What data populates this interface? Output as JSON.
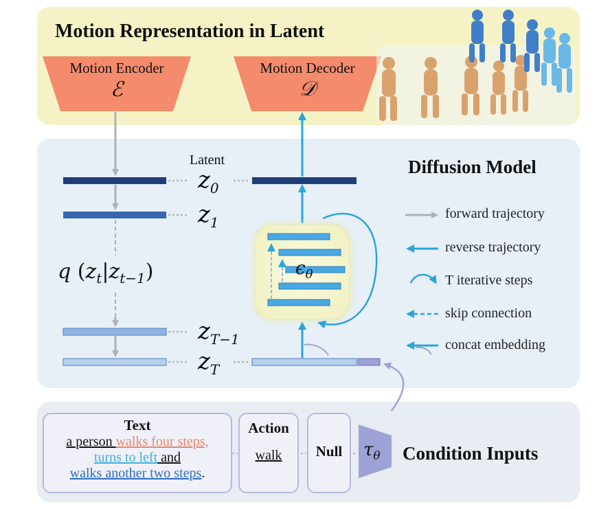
{
  "top_panel": {
    "title": "Motion Representation in Latent",
    "encoder": {
      "label": "Motion Encoder",
      "symbol": "ℰ"
    },
    "decoder": {
      "label": "Motion Decoder",
      "symbol": "𝒟"
    }
  },
  "diffusion": {
    "title": "Diffusion Model",
    "latent_label": "Latent",
    "z0": {
      "base": "z",
      "sub": "0"
    },
    "z1": {
      "base": "z",
      "sub": "1"
    },
    "zT1": {
      "base": "z",
      "sub": "T−1"
    },
    "zT": {
      "base": "z",
      "sub": "T"
    },
    "q_expr": {
      "q": "q",
      "zt": "z",
      "zt_sub": "t",
      "bar": "|",
      "ztm1": "z",
      "ztm1_sub": "t−1"
    },
    "epsilon": {
      "base": "ϵ",
      "sub": "θ"
    }
  },
  "legend": [
    {
      "label": "forward trajectory",
      "icon": "gray-arrow-icon"
    },
    {
      "label": "reverse trajectory",
      "icon": "cyan-arrow-icon"
    },
    {
      "label": "T iterative steps",
      "icon": "loop-arrow-icon"
    },
    {
      "label": "skip connection",
      "icon": "dashed-arrow-icon"
    },
    {
      "label": "concat embedding",
      "icon": "curved-arrow-icon"
    }
  ],
  "conditions": {
    "title": "Condition Inputs",
    "text_box": {
      "heading": "Text",
      "line1_a": "a person ",
      "line1_b": "walks four steps,",
      "line2_a": "turns to left",
      "line2_b": " and",
      "line3_a": "walks another two steps",
      "line3_b": "."
    },
    "action_box": {
      "heading": "Action",
      "value": "walk"
    },
    "null_box": {
      "heading": "Null"
    },
    "tau": {
      "base": "τ",
      "sub": "θ"
    }
  },
  "colors": {
    "encoder_fill": "#f38b6c",
    "z0_bar": "#1f3e78",
    "z1_bar": "#3467ad",
    "zT1_bar": "#8fb5e0",
    "zT_bar": "#b7d1ee",
    "reverse_cyan": "#29a5da",
    "forward_gray": "#b0b0b0",
    "tau_fill": "#9ea2d6"
  }
}
